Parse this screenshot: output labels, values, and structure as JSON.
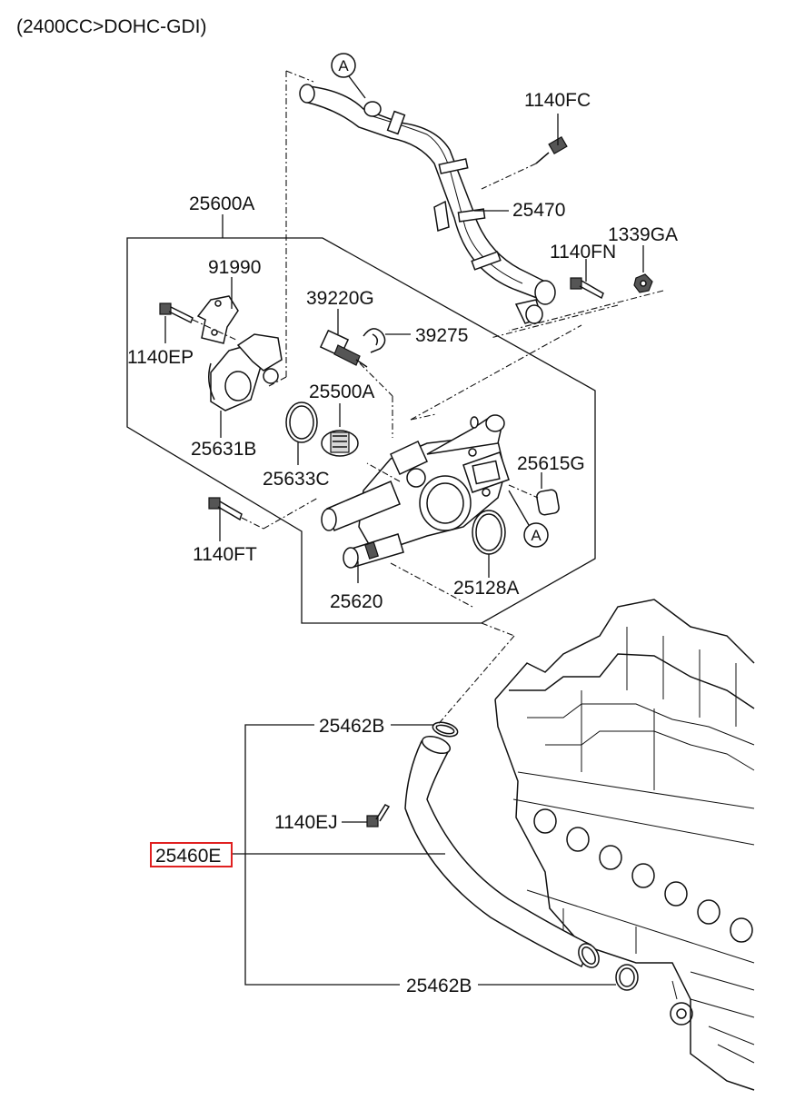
{
  "header": {
    "title": "(2400CC>DOHC-GDI)"
  },
  "callouts": {
    "ref_a": "A"
  },
  "parts": {
    "p25600A": "25600A",
    "p91990": "91990",
    "p1140EP": "1140EP",
    "p25631B": "25631B",
    "p39220G": "39220G",
    "p39275": "39275",
    "p25500A": "25500A",
    "p25633C": "25633C",
    "p25615G": "25615G",
    "p1140FT": "1140FT",
    "p25620": "25620",
    "p25128A": "25128A",
    "p1140FC": "1140FC",
    "p25470": "25470",
    "p1140FN": "1140FN",
    "p1339GA": "1339GA",
    "p25462B_top": "25462B",
    "p1140EJ": "1140EJ",
    "p25460E": "25460E",
    "p25462B_bottom": "25462B"
  },
  "highlight": {
    "part": "25460E",
    "color": "#e02020"
  }
}
